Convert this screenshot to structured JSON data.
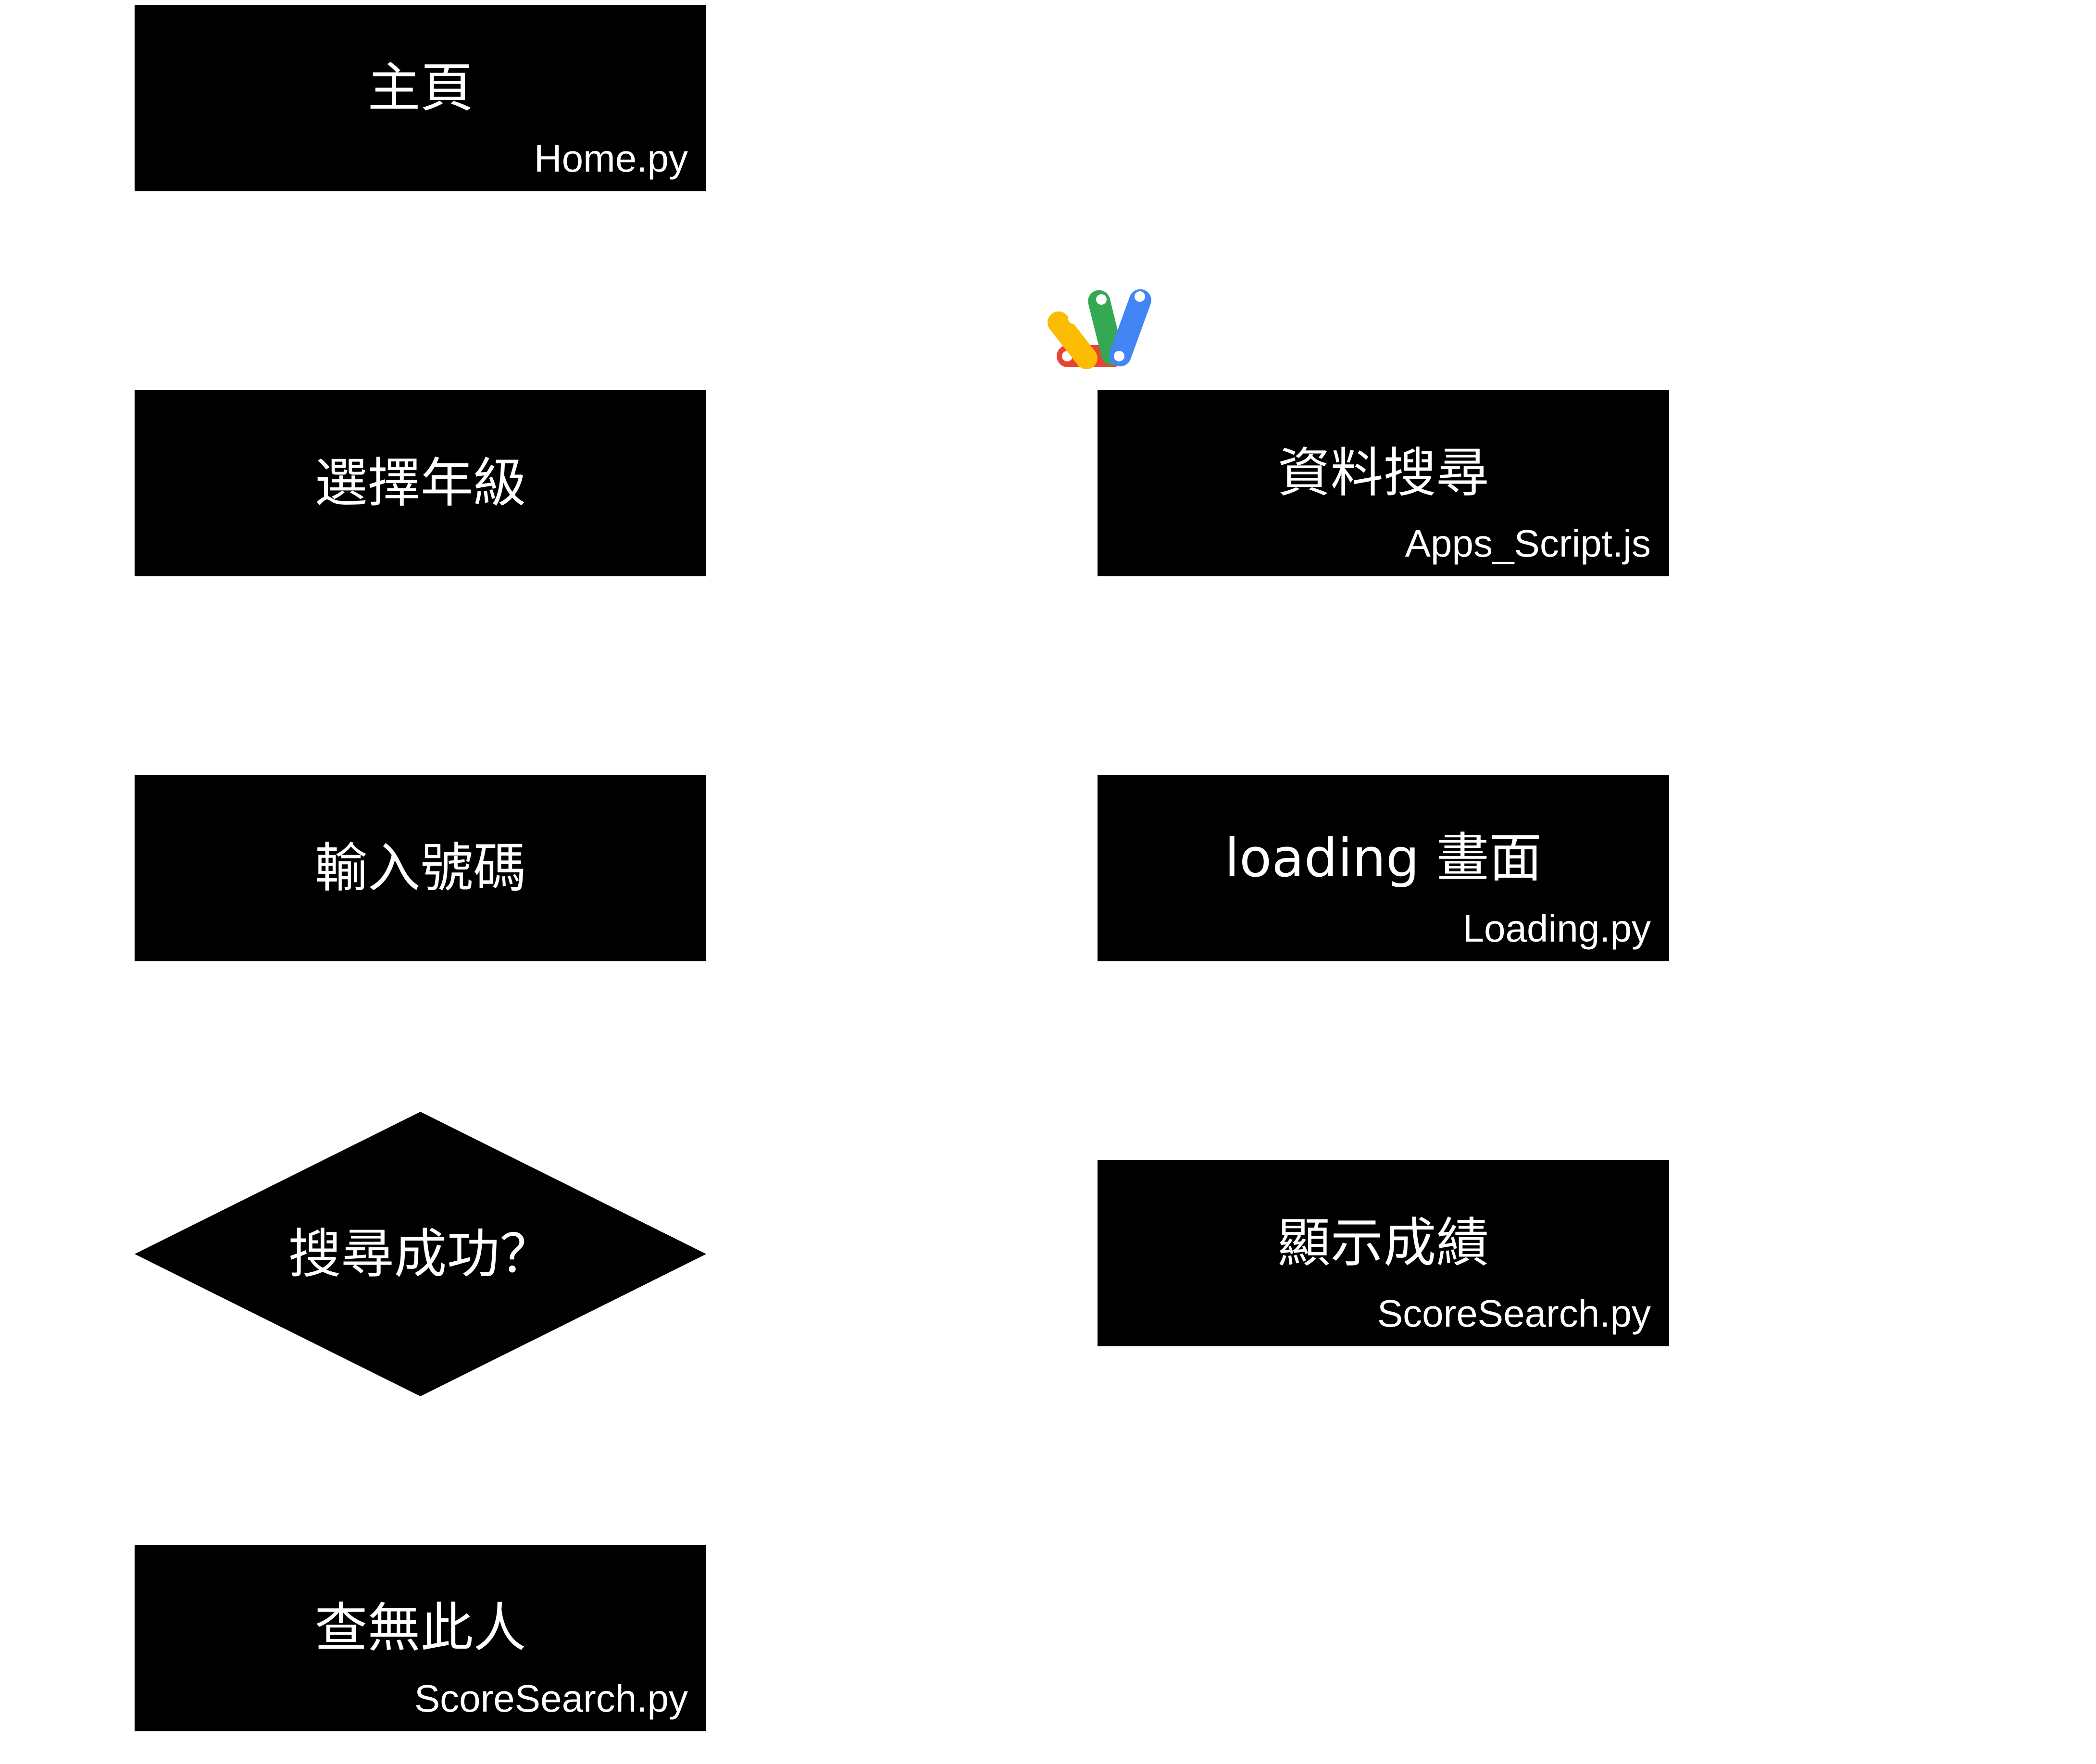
{
  "diagram": {
    "nodes": {
      "home": {
        "title": "主頁",
        "file": "Home.py",
        "shape": "rectangle"
      },
      "grade": {
        "title": "選擇年級",
        "shape": "rectangle"
      },
      "input": {
        "title": "輸入號碼",
        "shape": "rectangle"
      },
      "decision": {
        "title": "搜尋成功？",
        "shape": "diamond"
      },
      "not_found": {
        "title": "查無此人",
        "file": "ScoreSearch.py",
        "shape": "rectangle"
      },
      "search": {
        "title": "資料搜尋",
        "file": "Apps_Script.js",
        "shape": "rectangle"
      },
      "loading": {
        "title": "loading 畫面",
        "file": "Loading.py",
        "shape": "rectangle"
      },
      "score": {
        "title": "顯示成績",
        "file": "ScoreSearch.py",
        "shape": "rectangle"
      }
    },
    "logo": {
      "icon": "google-apps-script-icon"
    },
    "colors": {
      "node_fill": "#000000",
      "node_text": "#ffffff",
      "background": "#ffffff",
      "logo_red": "#EA4335",
      "logo_yellow": "#FBBC04",
      "logo_green": "#34A853",
      "logo_blue": "#4285F4"
    }
  }
}
